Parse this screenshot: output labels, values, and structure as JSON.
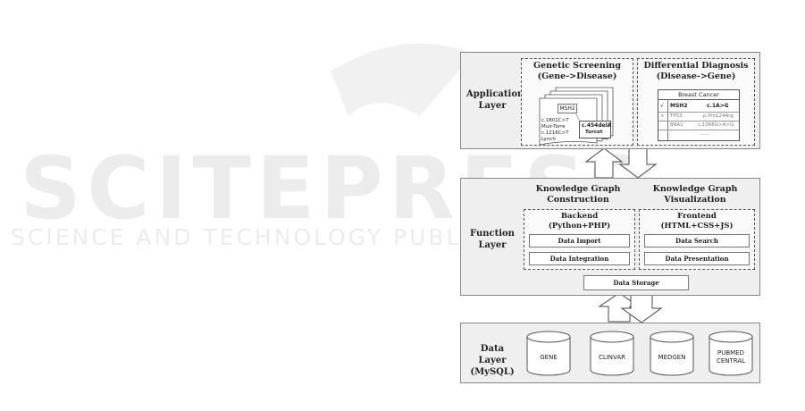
{
  "watermark": {
    "big": "SCITEPRESS",
    "small": "SCIENCE AND TECHNOLOGY PUBLICATIONS"
  },
  "application_layer": {
    "label": "Application\nLayer",
    "genetic_screening": {
      "title": "Genetic Screening\n(Gene->Disease)",
      "gene_card": "MSH2",
      "disease_lines": [
        "c.1801C>T",
        "Muir-Torre",
        "c.1216C>T",
        "Lynch"
      ],
      "variant": "c.454delA",
      "variant_disease": "Turcot"
    },
    "differential_diagnosis": {
      "title": "Differential Diagnosis\n(Disease->Gene)",
      "disease_header": "Breast Cancer",
      "rows": [
        {
          "mark": "√",
          "gene": "MSH2",
          "variant": "c.1A>G"
        },
        {
          "mark": "×",
          "gene": "TP53",
          "variant": "p.Pro124Arg"
        },
        {
          "mark": "",
          "gene": "BRA1",
          "variant": "c.1066G>A>G"
        },
        {
          "mark": "",
          "gene": "",
          "variant": "......"
        }
      ]
    }
  },
  "function_layer": {
    "label": "Function\nLayer",
    "construction_title": "Knowledge Graph\nConstruction",
    "visualization_title": "Knowledge Graph\nVisualization",
    "backend": {
      "title": "Backend\n(Python+PHP)",
      "items": [
        "Data Import",
        "Data Integration"
      ]
    },
    "frontend": {
      "title": "Frontend\n(HTML+CSS+JS)",
      "items": [
        "Data Search",
        "Data Presentation"
      ]
    },
    "storage": "Data Storage"
  },
  "data_layer": {
    "label": "Data Layer\n(MySQL)",
    "databases": [
      "GENE",
      "CLINVAR",
      "MEDGEN",
      "PUBMED\nCENTRAL"
    ]
  }
}
